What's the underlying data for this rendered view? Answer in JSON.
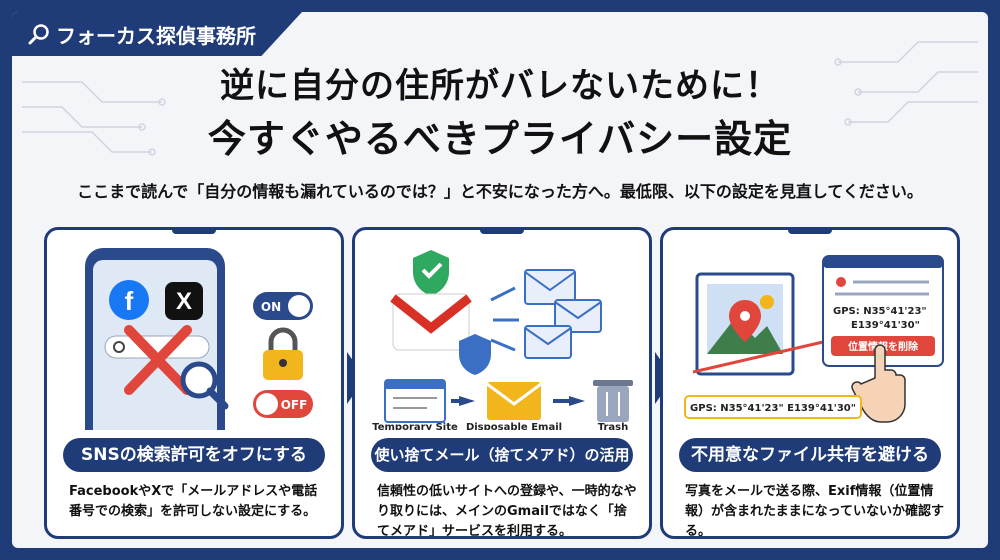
{
  "brand": {
    "name": "フォーカス探偵事務所",
    "icon": "magnifier-icon"
  },
  "title": {
    "line1": "逆に自分の住所がバレないために！",
    "line2": "今すぐやるべきプライバシー設定"
  },
  "lead": "ここまで読んで「自分の情報も漏れているのでは？」と不安になった方へ。最低限、以下の設定を見直してください。",
  "cards": [
    {
      "heading": "SNSの検索許可をオフにする",
      "body": "FacebookやXで「メールアドレスや電話番号での検索」を許可しない設定にする。",
      "toggle_on": "ON",
      "toggle_off": "OFF"
    },
    {
      "heading": "使い捨てメール（捨てメアド）の活用",
      "body": "信頼性の低いサイトへの登録や、一時的なやり取りには、メインのGmailではなく「捨てメアド」サービスを利用する。",
      "labels": [
        "Temporary Site",
        "Disposable Email",
        "Trash"
      ]
    },
    {
      "heading": "不用意なファイル共有を避ける",
      "body": "写真をメールで送る際、Exif情報（位置情報）が含まれたままになっていないか確認する。",
      "gps_card": [
        "GPS: N35°41'23\"",
        "E139°41'30\""
      ],
      "delete_button": "位置情報を削除",
      "gps_banner": "GPS: N35°41'23\" E139°41'30\""
    }
  ],
  "colors": {
    "navy": "#1f3b78",
    "red": "#e0463c"
  }
}
